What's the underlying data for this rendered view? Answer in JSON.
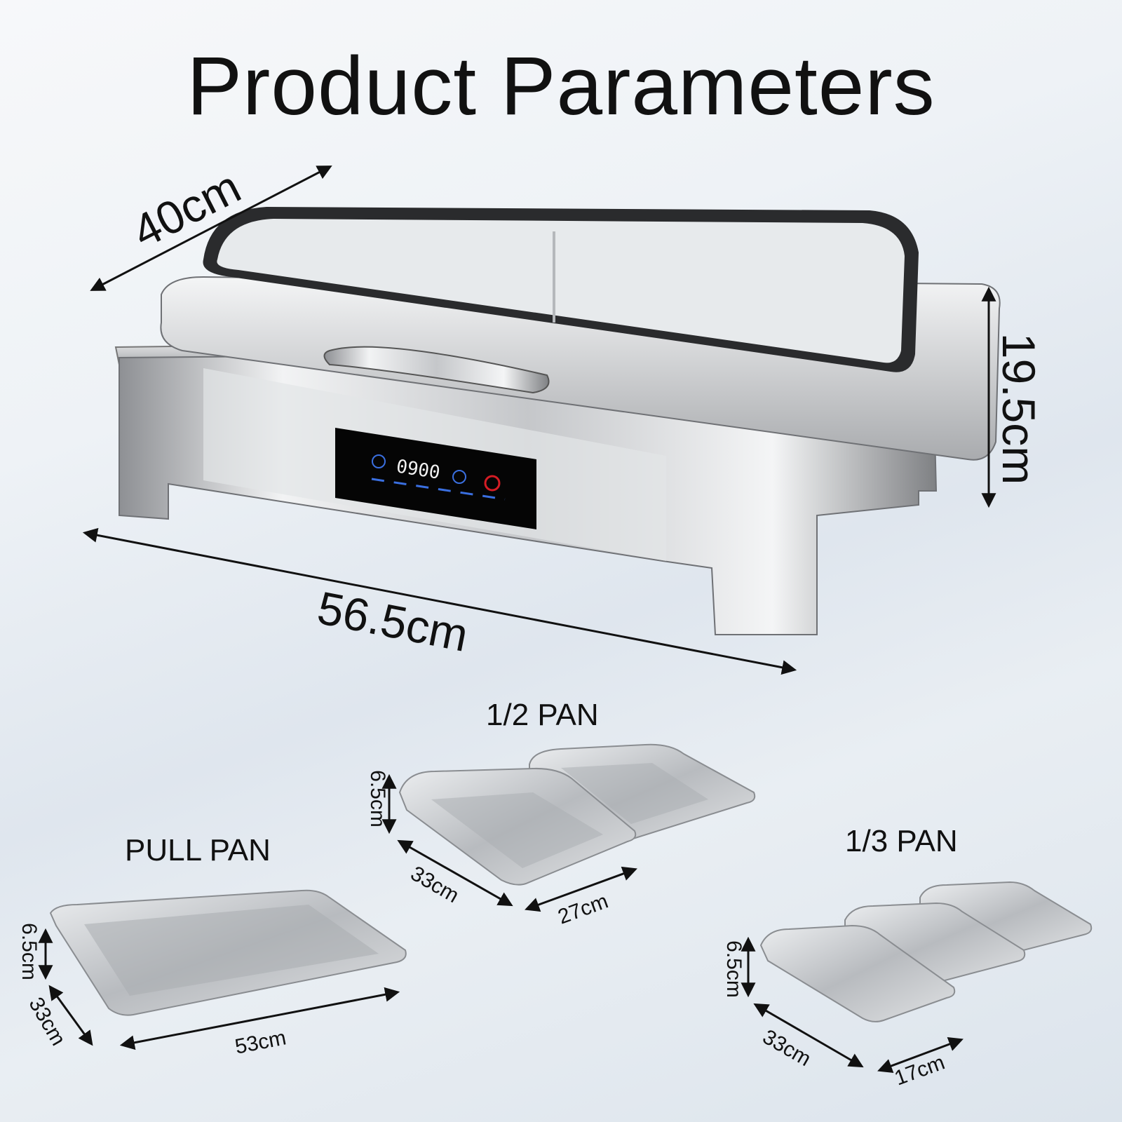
{
  "title": "Product Parameters",
  "main_unit": {
    "depth": "40cm",
    "width": "56.5cm",
    "height": "19.5cm",
    "display_time": "0900"
  },
  "pans": {
    "half": {
      "label": "1/2 PAN",
      "height": "6.5cm",
      "length": "33cm",
      "width": "27cm"
    },
    "full": {
      "label": "PULL PAN",
      "height": "6.5cm",
      "width": "33cm",
      "length": "53cm"
    },
    "third": {
      "label": "1/3 PAN",
      "height": "6.5cm",
      "length": "33cm",
      "width": "17cm"
    }
  },
  "colors": {
    "steel": "#c9cbce",
    "glass": "#e7eaec",
    "panel": "#050505",
    "power": "#d51c24",
    "accent": "#3a6fe0"
  }
}
